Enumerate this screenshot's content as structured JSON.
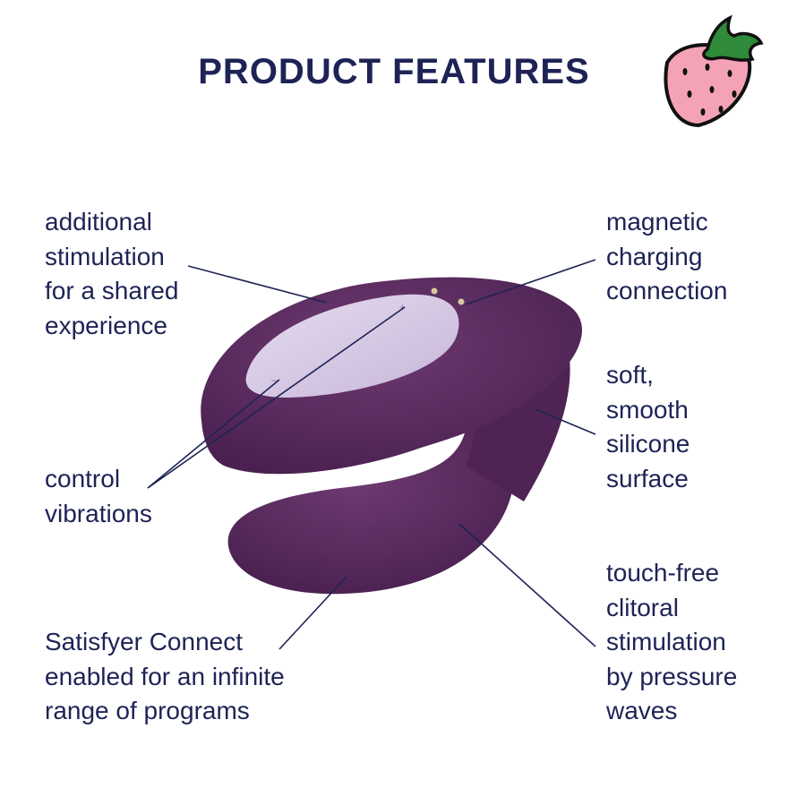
{
  "title": "PRODUCT FEATURES",
  "colors": {
    "text": "#1e2356",
    "product": "#5a2a5e",
    "panel": "#d9cde6",
    "strawberry": "#f4a3b6",
    "leaf": "#2f8a3a"
  },
  "icons": {
    "logo": "strawberry-icon"
  },
  "features": {
    "shared": [
      "additional",
      "stimulation",
      "for a shared",
      "experience"
    ],
    "control": [
      "control",
      "vibrations"
    ],
    "app": [
      "Satisfyer Connect",
      "enabled for an infinite",
      "range of programs"
    ],
    "charging": [
      "magnetic",
      "charging",
      "connection"
    ],
    "silicone": [
      "soft,",
      "smooth",
      "silicone",
      "surface"
    ],
    "pressure": [
      "touch-free",
      "clitoral",
      "stimulation",
      "by pressure",
      "waves"
    ]
  }
}
